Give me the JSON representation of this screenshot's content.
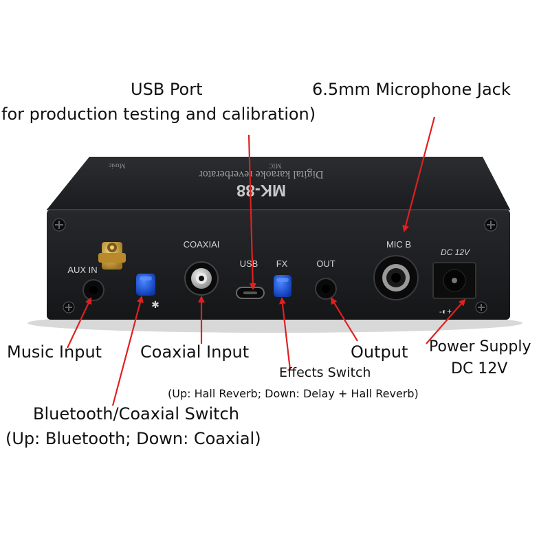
{
  "device": {
    "model": "MK-88",
    "subtitle": "Digital karaoke reverberator",
    "top_left_label": "Music",
    "top_mid_label": "MIC"
  },
  "panel_labels": {
    "aux_in": "AUX IN",
    "coaxial": "COAXIAI",
    "usb": "USB",
    "fx": "FX",
    "out": "OUT",
    "mic_b": "MIC B",
    "dc": "DC 12V",
    "polarity": "-◐+"
  },
  "callouts": {
    "usb_title": "USB Port",
    "usb_desc": "for production testing and calibration)",
    "mic_jack": "6.5mm Microphone Jack",
    "music_input": "Music Input",
    "coaxial_input": "Coaxial Input",
    "output": "Output",
    "power_line1": "Power Supply",
    "power_line2": "DC 12V",
    "effects_switch": "Effects Switch",
    "effects_desc": "(Up: Hall Reverb; Down: Delay + Hall Reverb)",
    "bt_switch": "Bluetooth/Coaxial Switch",
    "bt_desc": "(Up: Bluetooth; Down: Coaxial)"
  },
  "colors": {
    "arrow": "#e02020",
    "chassis": "#1d1f22",
    "button": "#1a4fd6",
    "antenna": "#d0a040"
  }
}
